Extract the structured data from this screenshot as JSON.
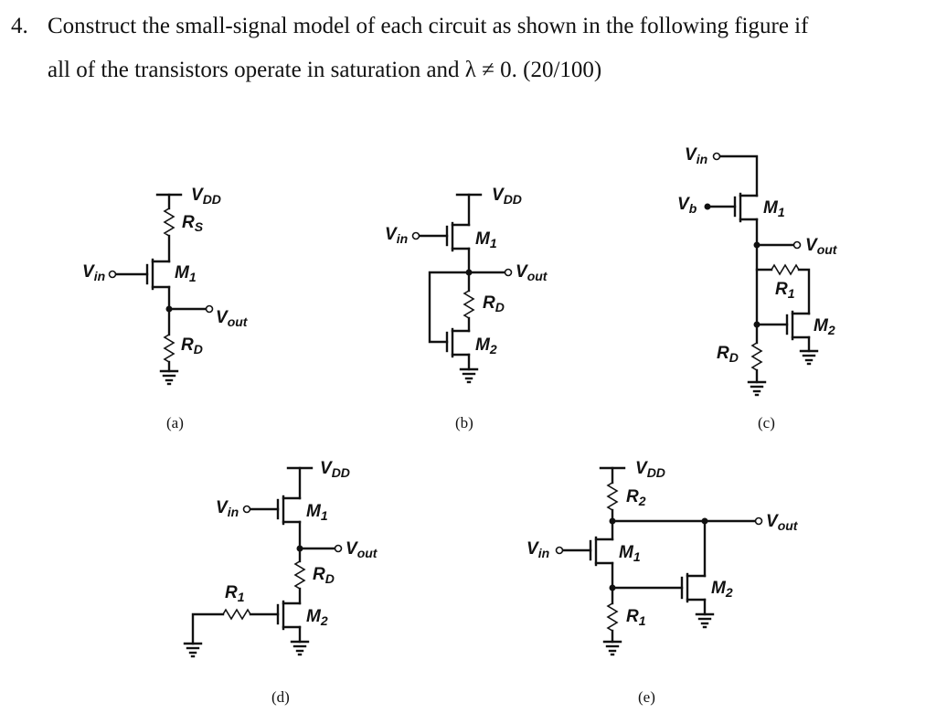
{
  "question": {
    "number": "4.",
    "line1": "Construct the small-signal model of each circuit as shown in the following figure if",
    "line2": "all of the transistors operate in saturation and λ ≠ 0. (20/100)"
  },
  "labels": {
    "vdd_main": "V",
    "vdd_sub": "DD",
    "vin_main": "V",
    "vin_sub": "in",
    "vout_main": "V",
    "vout_sub": "out",
    "vb_main": "V",
    "vb_sub": "b",
    "rs_main": "R",
    "rs_sub": "S",
    "rd_main": "R",
    "rd_sub": "D",
    "r1_main": "R",
    "r1_sub": "1",
    "r2_main": "R",
    "r2_sub": "2",
    "m1_main": "M",
    "m1_sub": "1",
    "m2_main": "M",
    "m2_sub": "2"
  },
  "captions": [
    "(a)",
    "(b)",
    "(c)",
    "(d)",
    "(e)"
  ]
}
